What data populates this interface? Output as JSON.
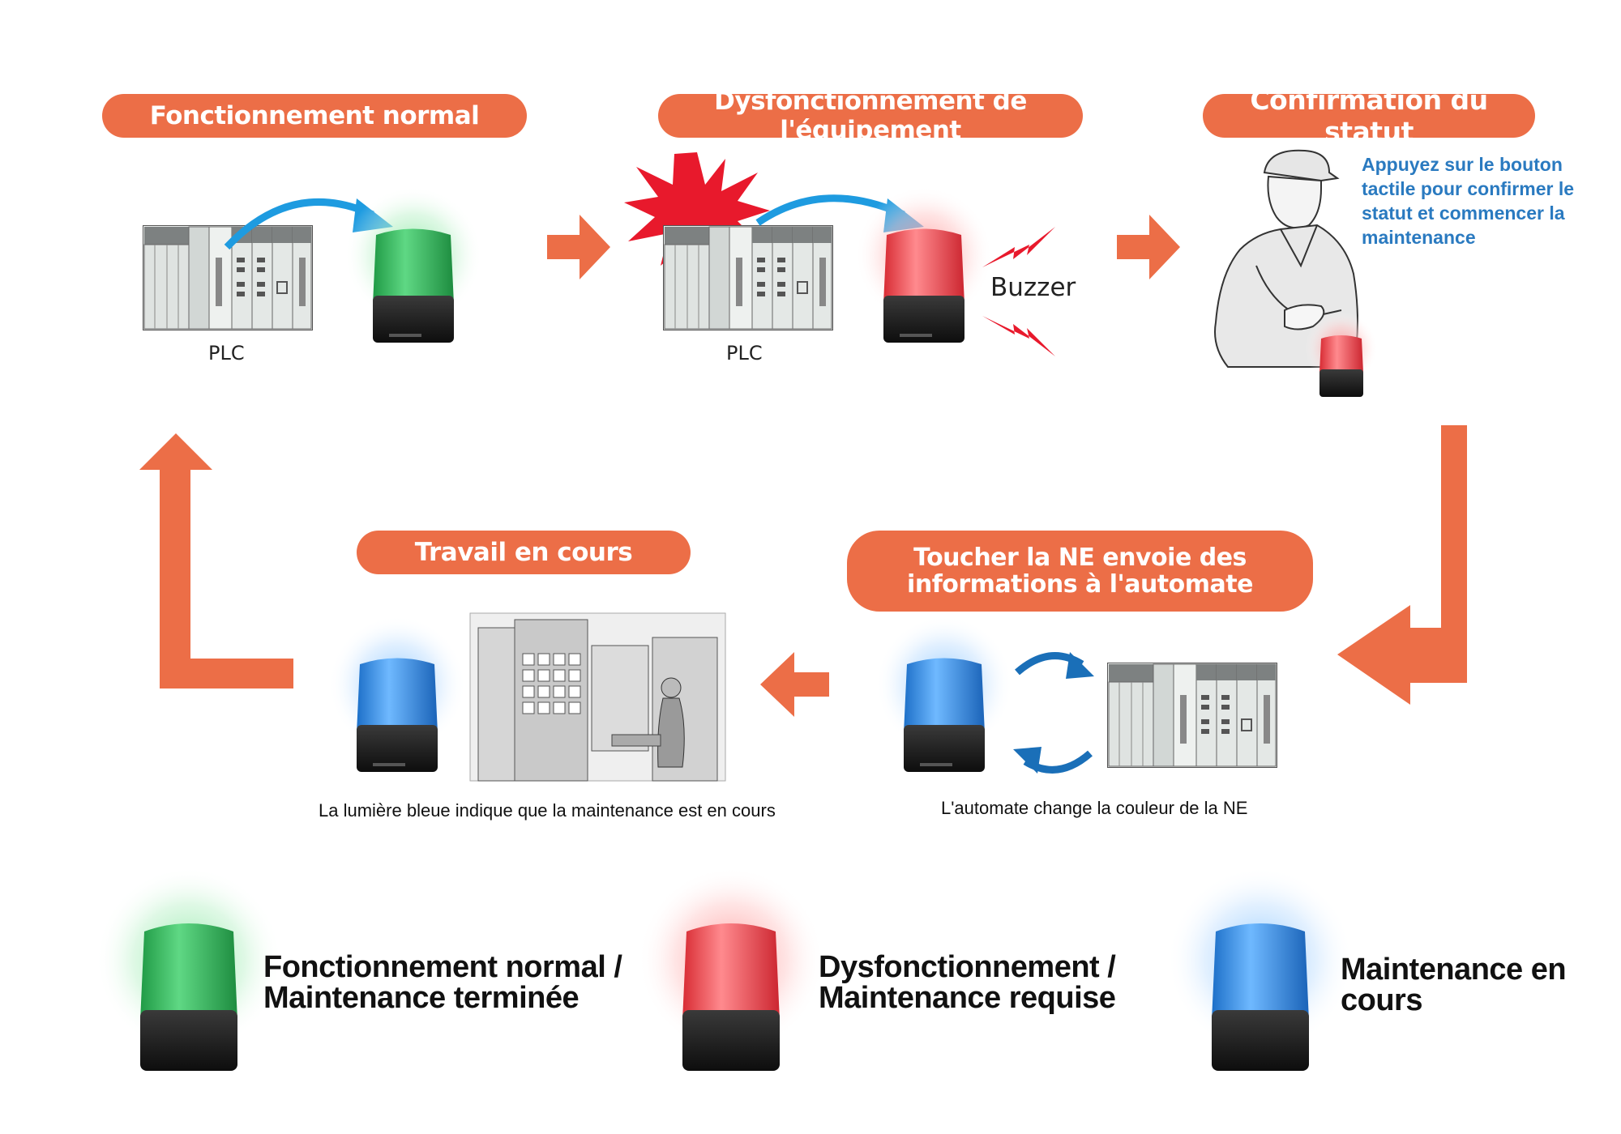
{
  "steps": {
    "normal": {
      "title": "Fonctionnement normal",
      "plc_label": "PLC"
    },
    "malfunction": {
      "title": "Dysfonctionnement de l'équipement",
      "plc_label": "PLC",
      "buzzer_label": "Buzzer"
    },
    "confirm": {
      "title": "Confirmation du statut",
      "note_lines": [
        "Appuyez sur le bouton",
        "tactile pour confirmer le",
        "statut et commencer la",
        "maintenance"
      ]
    },
    "touch": {
      "title_lines": [
        "Toucher la NE envoie des",
        "informations à l'automate"
      ],
      "caption": "L'automate change la couleur de la NE"
    },
    "work": {
      "title": "Travail en cours",
      "caption": "La lumière bleue indique que la maintenance est en cours"
    }
  },
  "legend": [
    {
      "color": "green",
      "lines": [
        "Fonctionnement normal /",
        "Maintenance terminée"
      ]
    },
    {
      "color": "red",
      "lines": [
        "Dysfonctionnement /",
        "Maintenance requise"
      ]
    },
    {
      "color": "blue",
      "lines": [
        "Maintenance en cours"
      ]
    }
  ],
  "colors": {
    "accent": "#ec6e47",
    "arrow_blue": "#1e9be0",
    "note_blue": "#2a7ac0",
    "light_green": "#2fb45a",
    "light_red": "#f0444a",
    "light_blue": "#2f8fe3"
  },
  "icons": [
    "plc-icon",
    "signal-light-icon",
    "starburst-icon",
    "lightning-icon",
    "worker-icon",
    "machine-icon",
    "cycle-arrows-icon",
    "flow-arrow-icon"
  ]
}
